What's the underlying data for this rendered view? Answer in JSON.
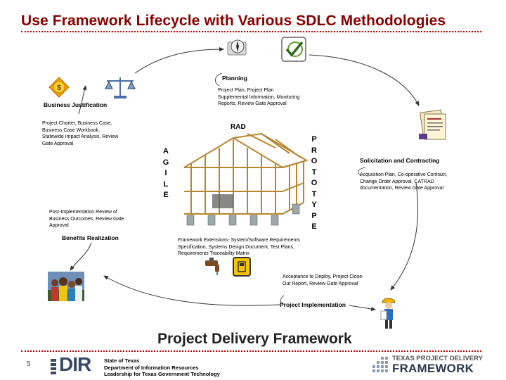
{
  "title": "Use Framework Lifecycle with Various SDLC Methodologies",
  "stages": {
    "planning": {
      "label": "Planning",
      "desc": "Project Plan, Project Plan Supplemental Information, Monitoring Reports, Review Gate Approval"
    },
    "business_justification": {
      "label": "Business Justification",
      "desc": "Project Charter, Business Case, Business Case Workbook, Statewide Impact Analysis, Review Gate Approval"
    },
    "solicitation": {
      "label": "Solicitation and Contracting",
      "desc": "Acquisition Plan, Co-operative Contract, Change Order Approval, CATRAD documentation, Review Gate Approval"
    },
    "benefits": {
      "label": "Benefits Realization",
      "desc": "Post-Implementation Review of Business Outcomes, Review Gate Approval"
    },
    "implementation": {
      "label": "Project Implementation",
      "desc": "Acceptance to Deploy, Project Close-Out Report, Review Gate Approval"
    }
  },
  "methodologies": {
    "rad": "RAD",
    "agile": [
      "A",
      "G",
      "I",
      "L",
      "E"
    ],
    "prototype": [
      "P",
      "R",
      "O",
      "T",
      "O",
      "T",
      "Y",
      "P",
      "E"
    ]
  },
  "framework_extensions": "Framework Extensions- System/Software Requirements Specification, Systems Design Document, Test Plans, Requirements Traceability Matrix",
  "big_title": "Project Delivery Framework",
  "footer": {
    "page_number": "5",
    "org_line1": "State of Texas",
    "org_line2": "Department of Information Resources",
    "org_line3": "Leadership for Texas Government Technology",
    "dir_logo_text": "DIR",
    "tpd_line1": "TEXAS PROJECT DELIVERY",
    "tpd_line2": "FRAMEWORK"
  },
  "colors": {
    "title": "#8b0000",
    "dotted_rule": "#c00000",
    "arrow": "#333333",
    "dir_logo": "#3a4a66"
  },
  "icons": [
    "compass-icon",
    "check-icon",
    "dollar-icon",
    "scales-icon",
    "documents-icon",
    "people-photo-icon",
    "worker-icon",
    "house-frame-icon",
    "faucet-icon",
    "road-sign-icon"
  ]
}
